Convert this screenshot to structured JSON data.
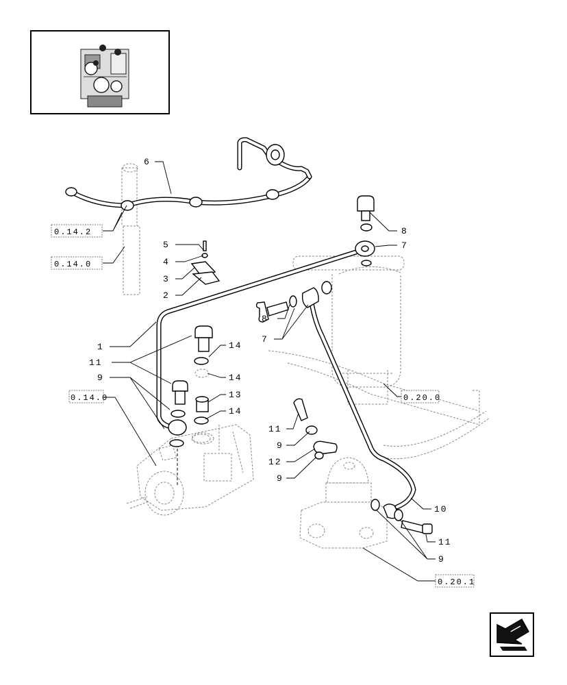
{
  "thumbnail": {
    "icon": "engine-thumbnail-icon"
  },
  "nav": {
    "icon": "previous-page-arrow-icon"
  },
  "callouts": [
    {
      "id": "c6",
      "label": "6"
    },
    {
      "id": "c5",
      "label": "5"
    },
    {
      "id": "c4",
      "label": "4"
    },
    {
      "id": "c3",
      "label": "3"
    },
    {
      "id": "c2",
      "label": "2"
    },
    {
      "id": "c8a",
      "label": "8"
    },
    {
      "id": "c7a",
      "label": "7"
    },
    {
      "id": "c8b",
      "label": "8"
    },
    {
      "id": "c7b",
      "label": "7"
    },
    {
      "id": "c1",
      "label": "1"
    },
    {
      "id": "c11a",
      "label": "11"
    },
    {
      "id": "c14a",
      "label": "14"
    },
    {
      "id": "c9a",
      "label": "9"
    },
    {
      "id": "c14b",
      "label": "14"
    },
    {
      "id": "c13",
      "label": "13"
    },
    {
      "id": "c14c",
      "label": "14"
    },
    {
      "id": "c11b",
      "label": "11"
    },
    {
      "id": "c9b",
      "label": "9"
    },
    {
      "id": "c12",
      "label": "12"
    },
    {
      "id": "c9c",
      "label": "9"
    },
    {
      "id": "c10",
      "label": "10"
    },
    {
      "id": "c11c",
      "label": "11"
    },
    {
      "id": "c9d",
      "label": "9"
    }
  ],
  "references": [
    {
      "id": "r142",
      "label": "0.14.2"
    },
    {
      "id": "r140a",
      "label": "0.14.0"
    },
    {
      "id": "r140b",
      "label": "0.14.0"
    },
    {
      "id": "r200",
      "label": "0.20.0"
    },
    {
      "id": "r201",
      "label": "0.20.1"
    }
  ]
}
